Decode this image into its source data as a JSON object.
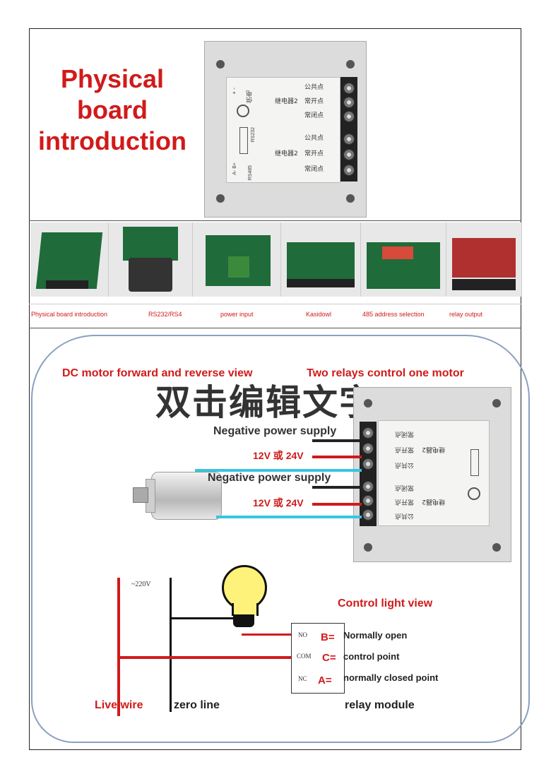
{
  "intro": {
    "title_line1": "Physical",
    "title_line2": "board",
    "title_line3": "introduction"
  },
  "board_top": {
    "relay1": "继电器2",
    "relay2": "继电器2",
    "common": "公共点",
    "no": "常开点",
    "nc": "常闭点",
    "power": "供电",
    "rs232": "RS232",
    "rs485": "RS485",
    "plus_minus": "+ -",
    "ab": "A- B+"
  },
  "thumbs": [
    {
      "label": "Physical board introduction"
    },
    {
      "label": "RS232/RS4"
    },
    {
      "label": "power input"
    },
    {
      "label": "Kasidowl"
    },
    {
      "label": "485 address selection"
    },
    {
      "label": "relay output"
    }
  ],
  "motor": {
    "heading_left": "DC motor forward and reverse view",
    "heading_right": "Two relays control one motor",
    "watermark": "双击编辑文字",
    "neg1": "Negative power supply",
    "v1": "12V 或 24V",
    "neg2": "Negative power supply",
    "v2": "12V 或 24V"
  },
  "light": {
    "heading": "Control light view",
    "voltage": "~220V",
    "no_small": "NO",
    "com_small": "COM",
    "nc_small": "NC",
    "b_label": "B=",
    "c_label": "C=",
    "a_label": "A=",
    "normally_open": "Normally open",
    "control_point": "control point",
    "normally_closed": "normally closed point",
    "live": "Live wire",
    "zero": "zero line",
    "relay_module": "relay module"
  },
  "colors": {
    "accent_red": "#d11a1a",
    "cyan_wire": "#35c6e0",
    "pcb_green": "#1f6b3a"
  }
}
